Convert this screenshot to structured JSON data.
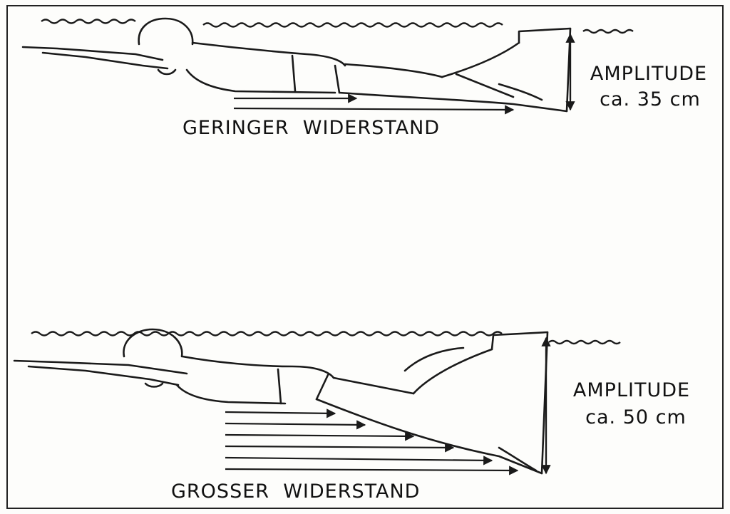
{
  "top_panel": {
    "amplitude_title": "AMPLITUDE",
    "amplitude_value": "ca. 35 cm",
    "resistance_label": "GERINGER  WIDERSTAND"
  },
  "bottom_panel": {
    "amplitude_title": "AMPLITUDE",
    "amplitude_value": "ca. 50 cm",
    "resistance_label": "GROSSER  WIDERSTAND"
  },
  "colors": {
    "ink": "#1a1a1a",
    "paper": "#fdfdfb"
  }
}
